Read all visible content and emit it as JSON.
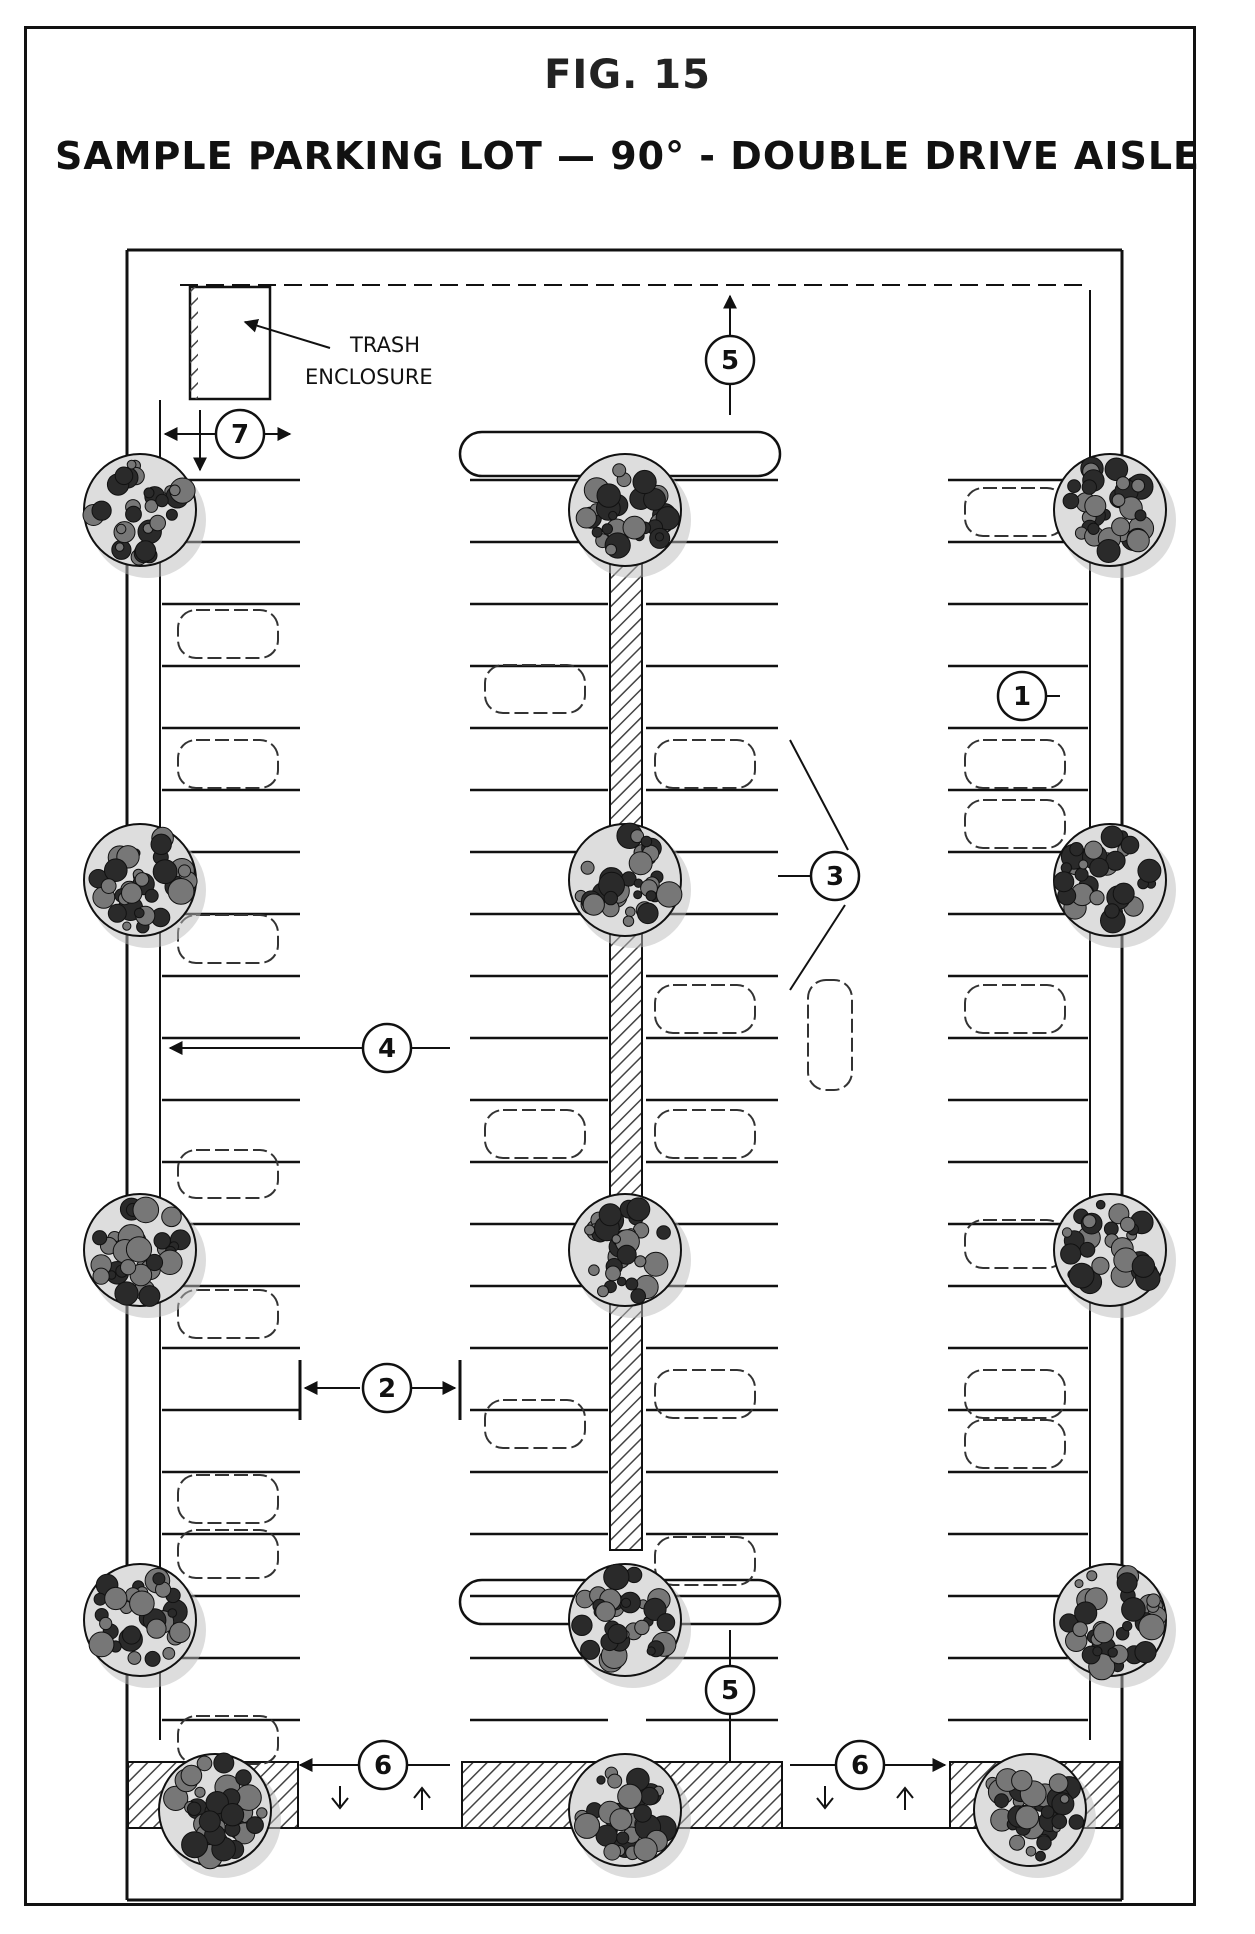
{
  "figure": {
    "label": "FIG. 15",
    "title": "SAMPLE PARKING LOT — 90° - DOUBLE DRIVE AISLE"
  },
  "labels": {
    "trash_line1": "TRASH",
    "trash_line2": "ENCLOSURE"
  },
  "callouts": [
    "1",
    "2",
    "3",
    "4",
    "5",
    "5",
    "6",
    "6",
    "7"
  ],
  "colors": {
    "ink": "#111111",
    "tree": "#2a2a2a",
    "hatch": "#555555"
  }
}
